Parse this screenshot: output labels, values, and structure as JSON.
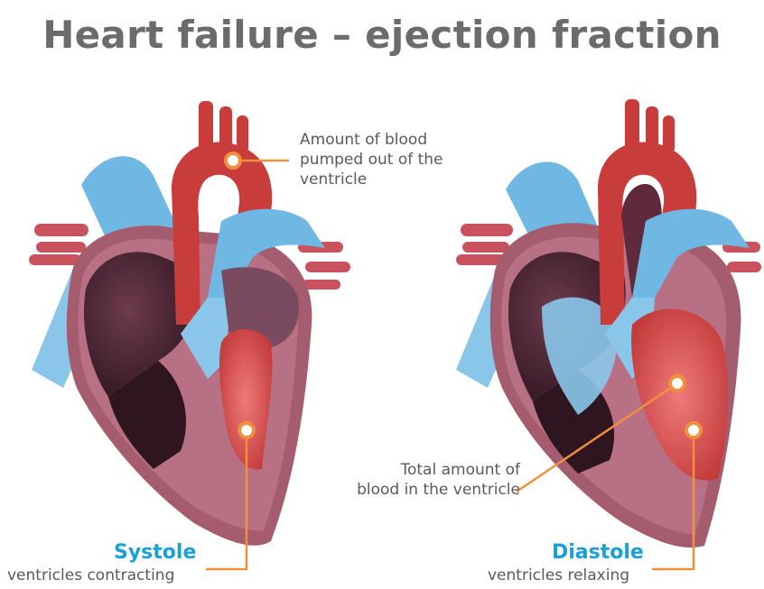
{
  "title": "Heart failure – ejection fraction",
  "colors": {
    "title": "#6b6b6b",
    "accent_blue": "#1aa0d8",
    "leader_orange": "#f0903c",
    "text_gray": "#5a5a5a",
    "muscle_mauve": "#a55c6e",
    "cavity_dark": "#3b1e2a",
    "artery_red": "#c83c3c",
    "vein_blue": "#6fb8e3"
  },
  "annotations": {
    "pumped_line1": "Amount of blood",
    "pumped_line2": "pumped out of the",
    "pumped_line3": "ventricle",
    "total_line1": "Total amount of",
    "total_line2": "blood in the ventricle"
  },
  "hearts": {
    "systole": {
      "caption": "Systole",
      "subcaption": "ventricles contracting"
    },
    "diastole": {
      "caption": "Diastole",
      "subcaption": "ventricles relaxing"
    }
  }
}
